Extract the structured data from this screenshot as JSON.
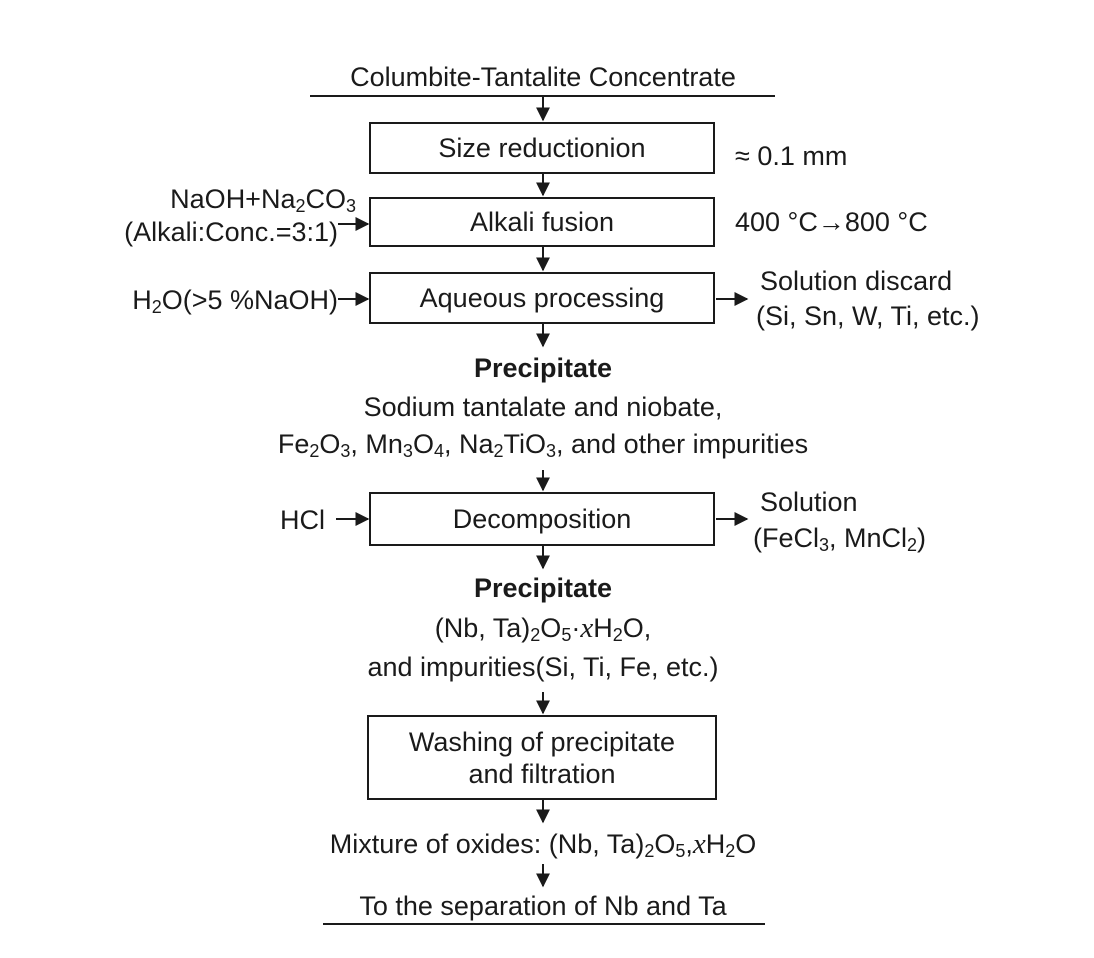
{
  "top_label": "Columbite-Tantalite Concentrate",
  "steps": [
    {
      "id": "size",
      "label": "Size reductionion",
      "note": "≈ 0.1 mm"
    },
    {
      "id": "fusion",
      "label": "Alkali fusion",
      "note": "400 °C→800 °C",
      "input": {
        "line1": "NaOH+Na₂CO₃",
        "line2": "(Alkali:Conc.=3:1)"
      }
    },
    {
      "id": "aqueous",
      "label": "Aqueous processing",
      "input": {
        "line1": "H₂O(>5 %NaOH)"
      },
      "output": {
        "line1": "Solution discard",
        "line2": "(Si, Sn, W, Ti, etc.)"
      }
    },
    {
      "id": "decomp",
      "label": "Decomposition",
      "input": {
        "line1": "HCl"
      },
      "output": {
        "line1": "Solution",
        "line2": "(FeCl₃, MnCl₂)"
      }
    },
    {
      "id": "washing",
      "label_line1": "Washing of precipitate",
      "label_line2": "and filtration"
    }
  ],
  "precipitate1": {
    "title": "Precipitate",
    "line1": "Sodium tantalate and niobate,",
    "line2": "Fe₂O₃, Mn₃O₄, Na₂TiO₃, and other impurities"
  },
  "precipitate2": {
    "title": "Precipitate",
    "line1": "(Nb, Ta)₂O₅·xH₂O,",
    "line2": "and impurities(Si, Ti, Fe, etc.)"
  },
  "mixture_label": "Mixture of oxides: (Nb, Ta)₂O₅,xH₂O",
  "bottom_label": "To the separation of Nb and Ta",
  "colors": {
    "stroke": "#1a1a1a",
    "background": "#ffffff"
  }
}
